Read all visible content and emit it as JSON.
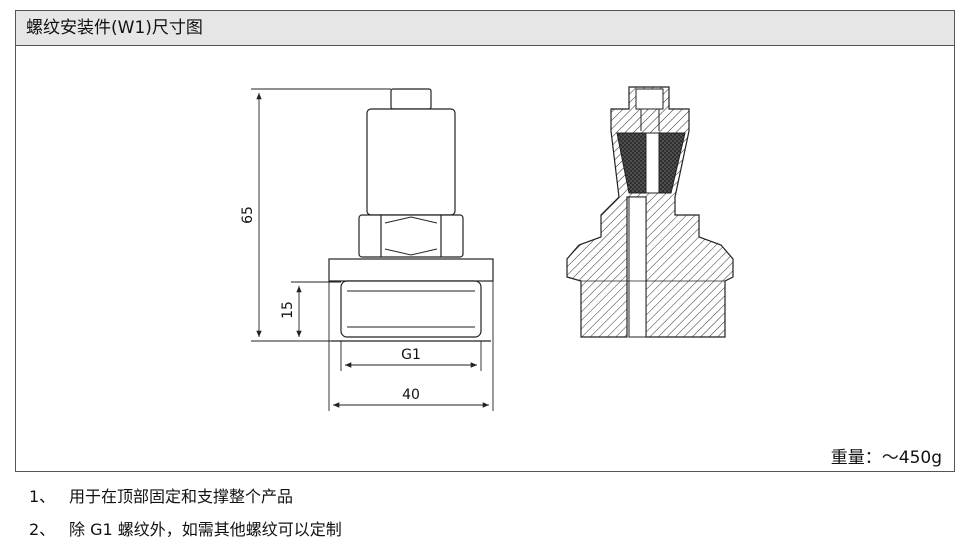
{
  "panel": {
    "title": "螺纹安装件(W1)尺寸图"
  },
  "dimensions": {
    "height_total": "65",
    "height_thread": "15",
    "thread": "G1",
    "diameter": "40"
  },
  "weight": {
    "label": "重量：",
    "value": "～450g"
  },
  "notes": [
    {
      "num": "1、",
      "text": "用于在顶部固定和支撑整个产品"
    },
    {
      "num": "2、",
      "text": "除 G1 螺纹外，如需其他螺纹可以定制"
    }
  ],
  "colors": {
    "line": "#222222",
    "header_bg": "#e6e6e6",
    "seal": "#444444"
  }
}
